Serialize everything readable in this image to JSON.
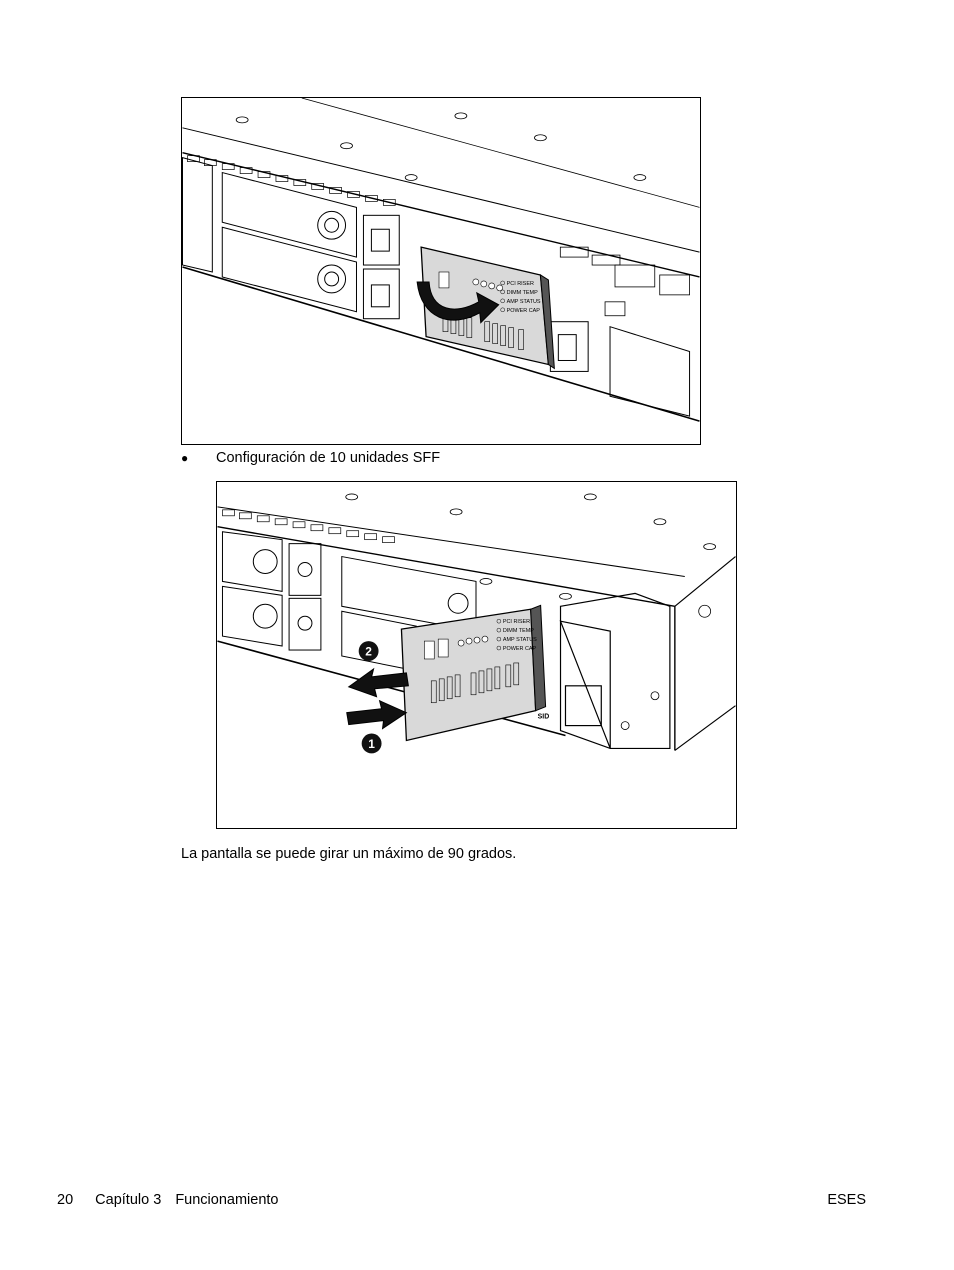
{
  "figures": {
    "figure1": {
      "panel_lines": [
        "PCI RISER",
        "DIMM TEMP",
        "AMP STATUS",
        "POWER CAP"
      ]
    },
    "bullet": {
      "symbol": "●",
      "text": "Configuración de 10 unidades SFF"
    },
    "figure2": {
      "panel_lines": [
        "PCI RISER",
        "DIMM TEMP",
        "AMP STATUS",
        "POWER CAP"
      ],
      "callouts": [
        "2",
        "1"
      ],
      "side_label": "SID"
    }
  },
  "caption": "La pantalla se puede girar un máximo de 90 grados.",
  "footer": {
    "page_number": "20",
    "chapter": "Capítulo 3",
    "chapter_title": "Funcionamiento",
    "right_label": "ESES"
  },
  "colors": {
    "text": "#000000",
    "panel_fill": "#d9d9d9",
    "arrow_fill": "#111111"
  }
}
